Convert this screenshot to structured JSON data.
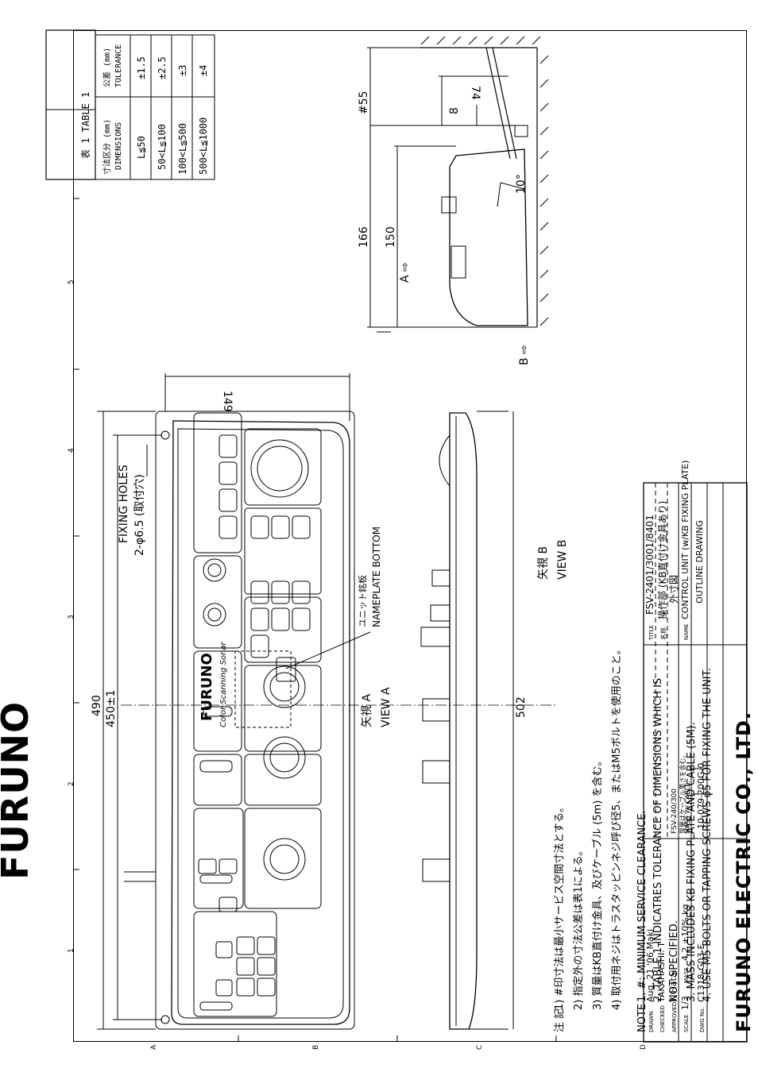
{
  "brand": "FURUNO",
  "grid": {
    "columns": [
      "1",
      "2",
      "3",
      "4",
      "5"
    ],
    "rows": [
      "A",
      "B",
      "C",
      "D"
    ]
  },
  "table1": {
    "title": "表 1  TABLE 1",
    "col1_header_ja": "寸法区分 (mm)",
    "col1_header_en": "DIMENSIONS",
    "col2_header_ja": "公差 (mm)",
    "col2_header_en": "TOLERANCE",
    "rows": [
      {
        "range": "L≦50",
        "tol": "±1.5"
      },
      {
        "range": "50<L≦100",
        "tol": "±2.5"
      },
      {
        "range": "100<L≦500",
        "tol": "±3"
      },
      {
        "range": "500<L≦1000",
        "tol": "±4"
      }
    ]
  },
  "dimensions": {
    "d490": "490",
    "d450": "450±1",
    "d502": "502",
    "d149": "149",
    "d166": "166",
    "d150": "150",
    "d55": "#55",
    "d74": "74",
    "d8": "8",
    "d10": "10°"
  },
  "labels": {
    "fixing_holes": "FIXING HOLES",
    "fixing_holes_spec": "2-φ6.5 (取付穴)",
    "nameplate_ja": "ユニット銘板",
    "nameplate_en": "NAMEPLATE BOTTOM",
    "view_a_ja": "矢視 A",
    "view_a_en": "VIEW A",
    "view_b_ja": "矢視 B",
    "view_b_en": "VIEW B",
    "arrow_a": "A ⇨",
    "arrow_b": "B ⇨",
    "panel_logo": "FURUNO",
    "panel_sub": "Color Scanning Sonar"
  },
  "notes_ja": {
    "heading": "注 記",
    "items": [
      "1)  #印寸法は最小サービス空間寸法とする。",
      "2)  指定外の寸法公差は表1による。",
      "3)  質量はKB直付け金具、及びケーブル (5m) を含む。",
      "4)  取付用ネジはトラスタッピンネジ呼び径5、またはM5ボルトを使用のこと。"
    ]
  },
  "notes_en": {
    "heading": "NOTE",
    "items": [
      "1.  #: MINIMUM SERVICE CLEARANCE.",
      "2.  TABLE 1 INDICATRES TOLERANCE OF DIMENSIONS WHICH IS",
      "     NOT SPECIFIED.",
      "3.  MASS INCLUDES KB FIXING PLATE AND CABLE (5M).",
      "4.  USE M5 BOLTS OR TAPPING SCREWS φ5 FOR FIXING THE UNIT."
    ]
  },
  "title_block": {
    "drawn_label": "DRAWN",
    "drawn": "Aug. 21 '06  Maki",
    "checked_label": "CHECKED",
    "checked": "TAKAHASHI. T",
    "approved_label": "APPROVED",
    "approved": "Y. Hatai",
    "scale_label": "SCALE",
    "scale": "1/3",
    "mass_label": "MASS",
    "mass": "4.2 ±10% kg",
    "dwg_label": "DWG No.",
    "dwg_no": "C1318-G03-E",
    "ref_model": "FSV-240/300",
    "mass_note_ja": "質量はケーブル重さを含む。",
    "mass_note_en": "MASS W/ CABLE.",
    "ref_no": "10-079-200G-0",
    "title_label": "TITLE",
    "title": "FSV-2401/3001/8401",
    "name_ja_label": "名称",
    "name_ja": "操作部 (KB直付け金具あり)",
    "outline_ja": "外寸図",
    "name_label": "NAME",
    "name_en": "CONTROL UNIT (w/KB FIXING PLATE)",
    "outline_en": "OUTLINE DRAWING"
  },
  "company": "FURUNO ELECTRIC CO., LTD."
}
